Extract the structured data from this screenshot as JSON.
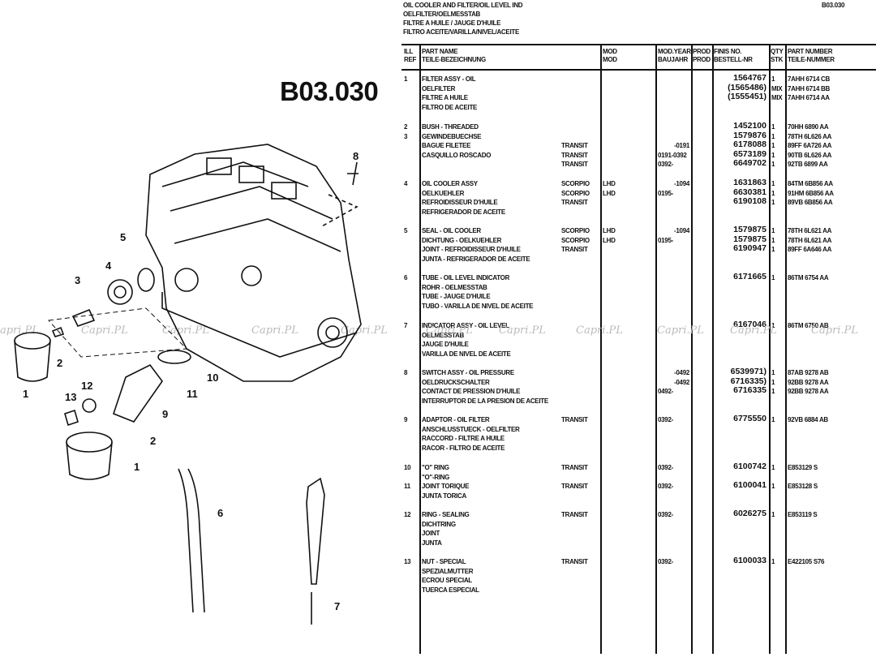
{
  "header": {
    "titles": [
      "OIL COOLER AND FILTER/OIL LEVEL IND",
      "OELFILTER/OELMESSTAB",
      "FILTRE A HUILE / JAUGE D'HUILE",
      "FILTRO ACEITE/VARILLA/NIVEL/ACEITE"
    ],
    "page_code": "B03.030",
    "big_code": "B03.030"
  },
  "columns": {
    "ill_ref": [
      "ILL",
      "REF"
    ],
    "part_name": [
      "PART NAME",
      "TEILE-BEZEICHNUNG"
    ],
    "mod": [
      "MOD",
      "MOD"
    ],
    "mod_year": [
      "MOD.YEAR",
      "BAUJAHR"
    ],
    "prod": [
      "PROD",
      "PROD"
    ],
    "fins": [
      "FINIS NO.",
      "BESTELL-NR"
    ],
    "qty": [
      "QTY",
      "STK"
    ],
    "part_number": [
      "PART NUMBER",
      "TEILE-NUMMER"
    ]
  },
  "entries": [
    {
      "refs": [
        "1"
      ],
      "names": [
        "FILTER ASSY - OIL",
        "OELFILTER",
        "FILTRE A HUILE",
        "FILTRO DE ACEITE"
      ],
      "lines": [
        {
          "mod": "",
          "lhd": "",
          "year": "",
          "fins": "1564767",
          "qty": "1",
          "part": "7AHH 6714 CB"
        },
        {
          "mod": "",
          "lhd": "",
          "year": "",
          "fins": "(1565486)",
          "qty": "MIX",
          "part": "7AHH 6714 BB"
        },
        {
          "mod": "",
          "lhd": "",
          "year": "",
          "fins": "(1555451)",
          "qty": "MIX",
          "part": "7AHH 6714 AA"
        }
      ]
    },
    {
      "refs": [
        "2",
        "3"
      ],
      "names": [
        "BUSH - THREADED",
        "GEWINDEBUECHSE",
        "BAGUE FILETEE",
        "CASQUILLO ROSCADO"
      ],
      "lines": [
        {
          "mod": "",
          "lhd": "",
          "year": "",
          "fins": "1452100",
          "qty": "1",
          "part": "70HH 6890 AA"
        },
        {
          "mod": "",
          "lhd": "",
          "year": "",
          "fins": "1579876",
          "qty": "1",
          "part": "78TH 6L626 AA"
        },
        {
          "mod": "TRANSIT",
          "lhd": "",
          "year": "-0191",
          "fins": "6178088",
          "qty": "1",
          "part": "89FF 6A726 AA"
        },
        {
          "mod": "TRANSIT",
          "lhd": "",
          "year": "0191-0392",
          "fins": "6573189",
          "qty": "1",
          "part": "90TB 6L626 AA"
        },
        {
          "mod": "TRANSIT",
          "lhd": "",
          "year": "0392-",
          "fins": "6649702",
          "qty": "1",
          "part": "92TB 6899 AA"
        }
      ]
    },
    {
      "refs": [
        "4"
      ],
      "names": [
        "OIL COOLER ASSY",
        "OELKUEHLER",
        "REFROIDISSEUR D'HUILE",
        "REFRIGERADOR DE ACEITE"
      ],
      "lines": [
        {
          "mod": "SCORPIO",
          "lhd": "LHD",
          "year": "-1094",
          "fins": "1631863",
          "qty": "1",
          "part": "84TM 6B856 AA"
        },
        {
          "mod": "SCORPIO",
          "lhd": "LHD",
          "year": "0195-",
          "fins": "6630381",
          "qty": "1",
          "part": "91HM 6B856 AA"
        },
        {
          "mod": "TRANSIT",
          "lhd": "",
          "year": "",
          "fins": "6190108",
          "qty": "1",
          "part": "89VB 6B856 AA"
        }
      ]
    },
    {
      "refs": [
        "5"
      ],
      "names": [
        "SEAL - OIL COOLER",
        "DICHTUNG - OELKUEHLER",
        "JOINT - REFROIDISSEUR D'HUILE",
        "JUNTA - REFRIGERADOR DE ACEITE"
      ],
      "lines": [
        {
          "mod": "SCORPIO",
          "lhd": "LHD",
          "year": "-1094",
          "fins": "1579875",
          "qty": "1",
          "part": "78TH 6L621 AA"
        },
        {
          "mod": "SCORPIO",
          "lhd": "LHD",
          "year": "0195-",
          "fins": "1579875",
          "qty": "1",
          "part": "78TH 6L621 AA"
        },
        {
          "mod": "TRANSIT",
          "lhd": "",
          "year": "",
          "fins": "6190947",
          "qty": "1",
          "part": "89FF 6A646 AA"
        }
      ]
    },
    {
      "refs": [
        "6"
      ],
      "names": [
        "TUBE - OIL LEVEL INDICATOR",
        "ROHR - OELMESSTAB",
        "TUBE - JAUGE D'HUILE",
        "TUBO - VARILLA DE NIVEL DE ACEITE"
      ],
      "lines": [
        {
          "mod": "",
          "lhd": "",
          "year": "",
          "fins": "6171665",
          "qty": "1",
          "part": "86TM 6754 AA"
        }
      ]
    },
    {
      "refs": [
        "7"
      ],
      "names": [
        "INDICATOR ASSY - OIL LEVEL",
        "OELMESSTAB",
        "JAUGE D'HUILE",
        "VARILLA DE NIVEL DE ACEITE"
      ],
      "lines": [
        {
          "mod": "",
          "lhd": "",
          "year": "",
          "fins": "6167046",
          "qty": "1",
          "part": "86TM 6750 AB"
        }
      ]
    },
    {
      "refs": [
        "8"
      ],
      "names": [
        "SWITCH ASSY - OIL PRESSURE",
        "OELDRUCKSCHALTER",
        "CONTACT DE PRESSION D'HUILE",
        "INTERRUPTOR DE LA PRESION DE ACEITE"
      ],
      "lines": [
        {
          "mod": "",
          "lhd": "",
          "year": "-0492",
          "fins": "6539971)",
          "qty": "1",
          "part": "87AB 9278 AB"
        },
        {
          "mod": "",
          "lhd": "",
          "year": "-0492",
          "fins": "6716335)",
          "qty": "1",
          "part": "92BB 9278 AA"
        },
        {
          "mod": "",
          "lhd": "",
          "year": "0492-",
          "fins": "6716335",
          "qty": "1",
          "part": "92BB 9278 AA"
        }
      ]
    },
    {
      "refs": [
        "9"
      ],
      "names": [
        "ADAPTOR - OIL FILTER",
        "ANSCHLUSSTUECK - OELFILTER",
        "RACCORD - FILTRE A HUILE",
        "RACOR - FILTRO DE ACEITE"
      ],
      "lines": [
        {
          "mod": "TRANSIT",
          "lhd": "",
          "year": "0392-",
          "fins": "6775550",
          "qty": "1",
          "part": "92VB 6884 AB"
        }
      ]
    },
    {
      "refs": [
        "10"
      ],
      "names": [
        "\"O\" RING",
        "\"O\"-RING"
      ],
      "lines": [
        {
          "mod": "TRANSIT",
          "lhd": "",
          "year": "0392-",
          "fins": "6100742",
          "qty": "1",
          "part": "E853129 S"
        }
      ]
    },
    {
      "refs": [
        "11"
      ],
      "names": [
        "JOINT TORIQUE",
        "JUNTA TORICA"
      ],
      "lines": [
        {
          "mod": "TRANSIT",
          "lhd": "",
          "year": "0392-",
          "fins": "6100041",
          "qty": "1",
          "part": "E853128 S"
        }
      ]
    },
    {
      "refs": [
        "12"
      ],
      "names": [
        "RING - SEALING",
        "DICHTRING",
        "JOINT",
        "JUNTA"
      ],
      "lines": [
        {
          "mod": "TRANSIT",
          "lhd": "",
          "year": "0392-",
          "fins": "6026275",
          "qty": "1",
          "part": "E853119 S"
        }
      ]
    },
    {
      "refs": [
        "13"
      ],
      "names": [
        "NUT - SPECIAL",
        "SPEZIALMUTTER",
        "ECROU SPECIAL",
        "TUERCA ESPECIAL"
      ],
      "lines": [
        {
          "mod": "TRANSIT",
          "lhd": "",
          "year": "0392-",
          "fins": "6100033",
          "qty": "1",
          "part": "E422105 S76"
        }
      ]
    }
  ],
  "diagram": {
    "callouts": [
      "1",
      "2",
      "3",
      "4",
      "5",
      "6",
      "7",
      "8",
      "9",
      "10",
      "11",
      "12",
      "13",
      "1",
      "2"
    ]
  },
  "watermark": "Capri.PL"
}
